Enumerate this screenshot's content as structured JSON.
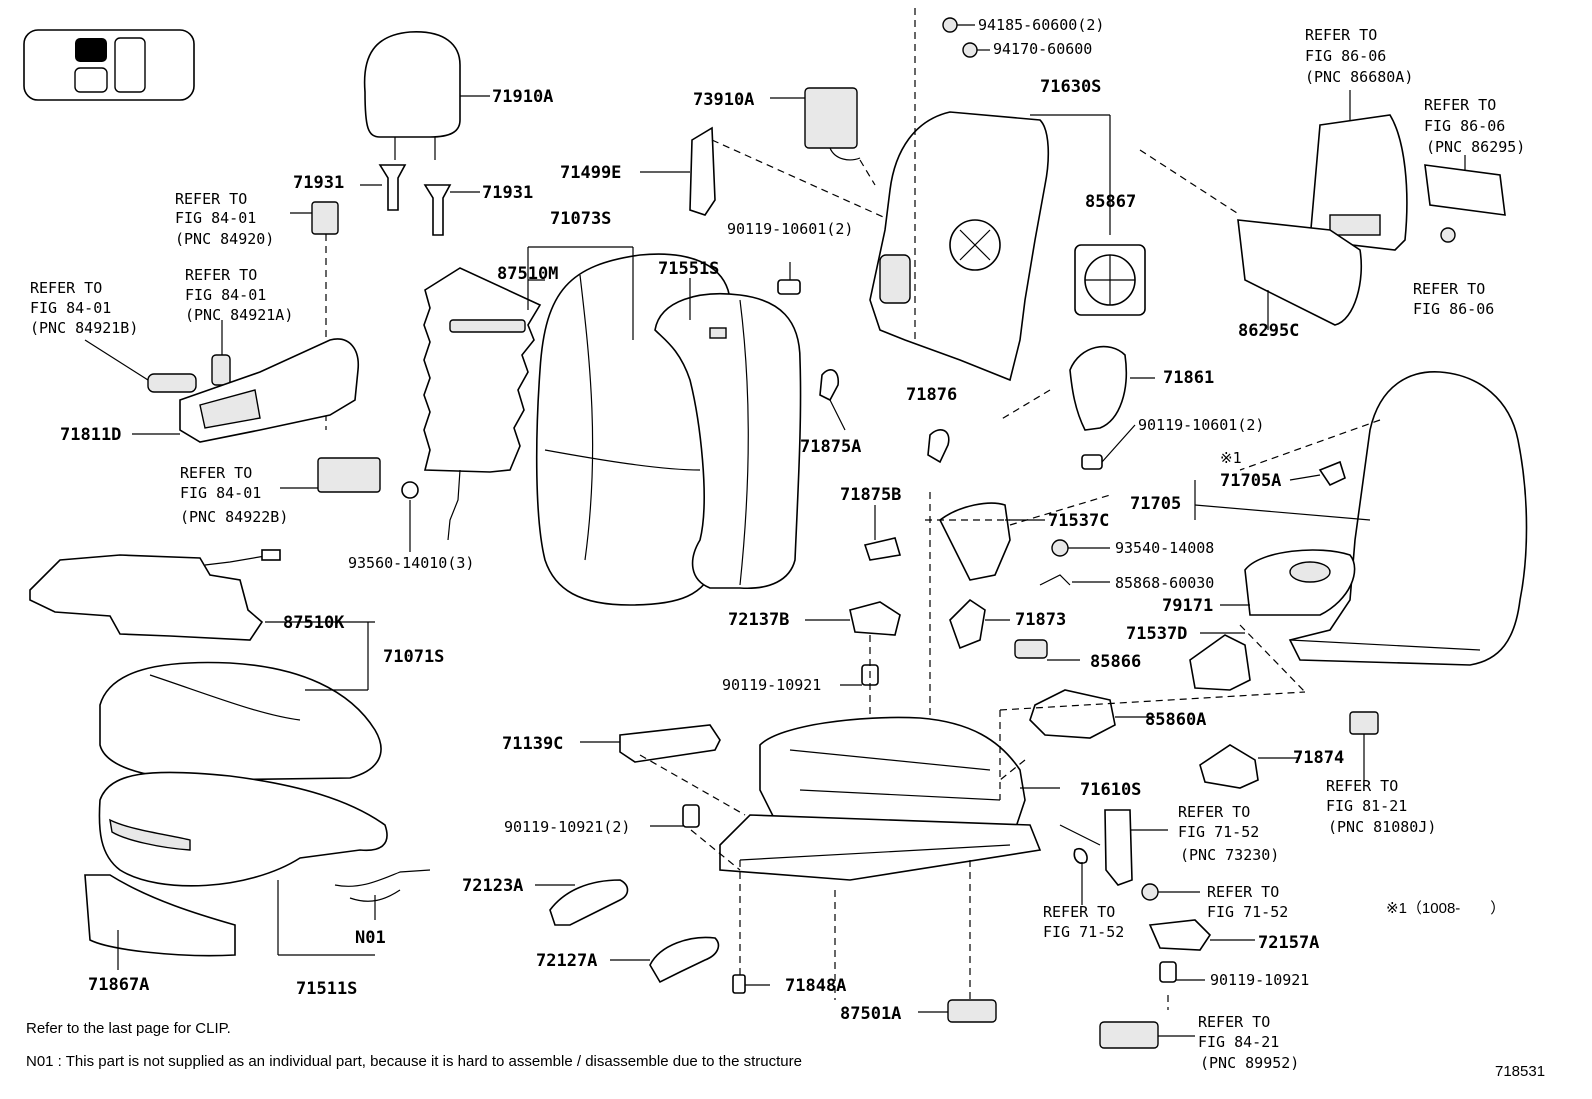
{
  "diagram": {
    "figure_number": "718531",
    "footnote_clip": "Refer to the last page for CLIP.",
    "footnote_n01": "N01 : This part is not supplied as an individual part, because it is hard to assemble / disassemble due to the structure",
    "note_mark": "※1（1008-　　）",
    "labels": {
      "p71910A": "71910A",
      "p71931a": "71931",
      "p71931b": "71931",
      "ref84920_1": "REFER TO",
      "ref84920_2": "FIG 84-01",
      "ref84920_3": "(PNC 84920)",
      "ref84921B_1": "REFER TO",
      "ref84921B_2": "FIG 84-01",
      "ref84921B_3": "(PNC 84921B)",
      "ref84921A_1": "REFER TO",
      "ref84921A_2": "FIG 84-01",
      "ref84921A_3": "(PNC 84921A)",
      "p71811D": "71811D",
      "ref84922B_1": "REFER TO",
      "ref84922B_2": "FIG 84-01",
      "ref84922B_3": "(PNC 84922B)",
      "p93560": "93560-14010(3)",
      "p87510K": "87510K",
      "p71071S": "71071S",
      "p71867A": "71867A",
      "p71511S": "71511S",
      "pN01": "N01",
      "p87510M": "87510M",
      "p71073S": "71073S",
      "p71551S": "71551S",
      "p73910A": "73910A",
      "p71499E": "71499E",
      "p90119_10601a": "90119-10601(2)",
      "p94185": "94185-60600(2)",
      "p94170": "94170-60600",
      "p71630S": "71630S",
      "p85867": "85867",
      "p71861": "71861",
      "p90119_10601b": "90119-10601(2)",
      "p71876": "71876",
      "p71875A": "71875A",
      "p71875B": "71875B",
      "p71537C": "71537C",
      "p93540": "93540-14008",
      "p85868": "85868-60030",
      "p71873": "71873",
      "p85866": "85866",
      "p85860A": "85860A",
      "p72137B": "72137B",
      "p90119_10921a": "90119-10921",
      "p71139C": "71139C",
      "p90119_10921b": "90119-10921(2)",
      "p71610S": "71610S",
      "p72123A": "72123A",
      "p72127A": "72127A",
      "p71848A": "71848A",
      "p87501A": "87501A",
      "p71874": "71874",
      "ref73230_1": "REFER TO",
      "ref73230_2": "FIG 71-52",
      "ref73230_3": "(PNC 73230)",
      "ref7152a_1": "REFER TO",
      "ref7152a_2": "FIG 71-52",
      "ref7152b_1": "REFER TO",
      "ref7152b_2": "FIG 71-52",
      "p72157A": "72157A",
      "p90119_10921c": "90119-10921",
      "ref89952_1": "REFER TO",
      "ref89952_2": "FIG 84-21",
      "ref89952_3": "(PNC 89952)",
      "ref81080J_1": "REFER TO",
      "ref81080J_2": "FIG 81-21",
      "ref81080J_3": "(PNC 81080J)",
      "p71705": "71705",
      "p71705A_mark": "※1",
      "p71705A": "71705A",
      "p79171": "79171",
      "p71537D": "71537D",
      "ref86680A_1": "REFER TO",
      "ref86680A_2": "FIG 86-06",
      "ref86680A_3": "(PNC 86680A)",
      "ref86295_1": "REFER TO",
      "ref86295_2": "FIG 86-06",
      "ref86295_3": "(PNC 86295)",
      "p86295C": "86295C",
      "ref8606_1": "REFER TO",
      "ref8606_2": "FIG 86-06"
    }
  }
}
